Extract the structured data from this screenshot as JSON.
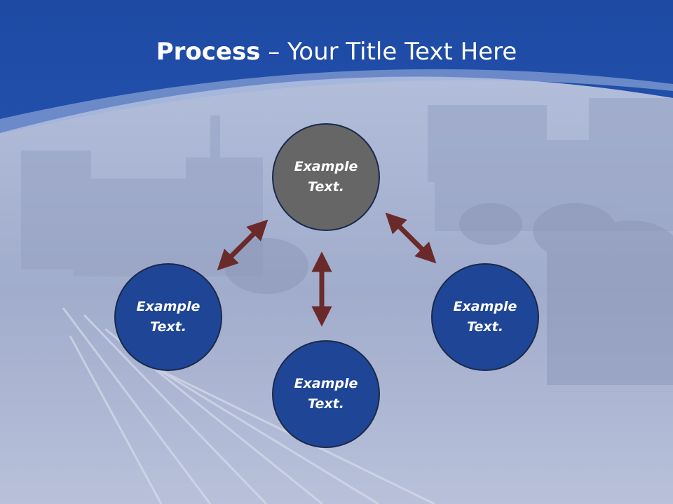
{
  "title": {
    "bold": "Process",
    "rest": " – Your Title Text Here"
  },
  "nodes": {
    "top": "Example\nText.",
    "left": "Example\nText.",
    "bottom": "Example\nText.",
    "right": "Example\nText."
  },
  "colors": {
    "header_blue": "#2456b8",
    "node_blue": "#1f4597",
    "node_gray": "#666666",
    "arrow": "#6b2a2a"
  }
}
